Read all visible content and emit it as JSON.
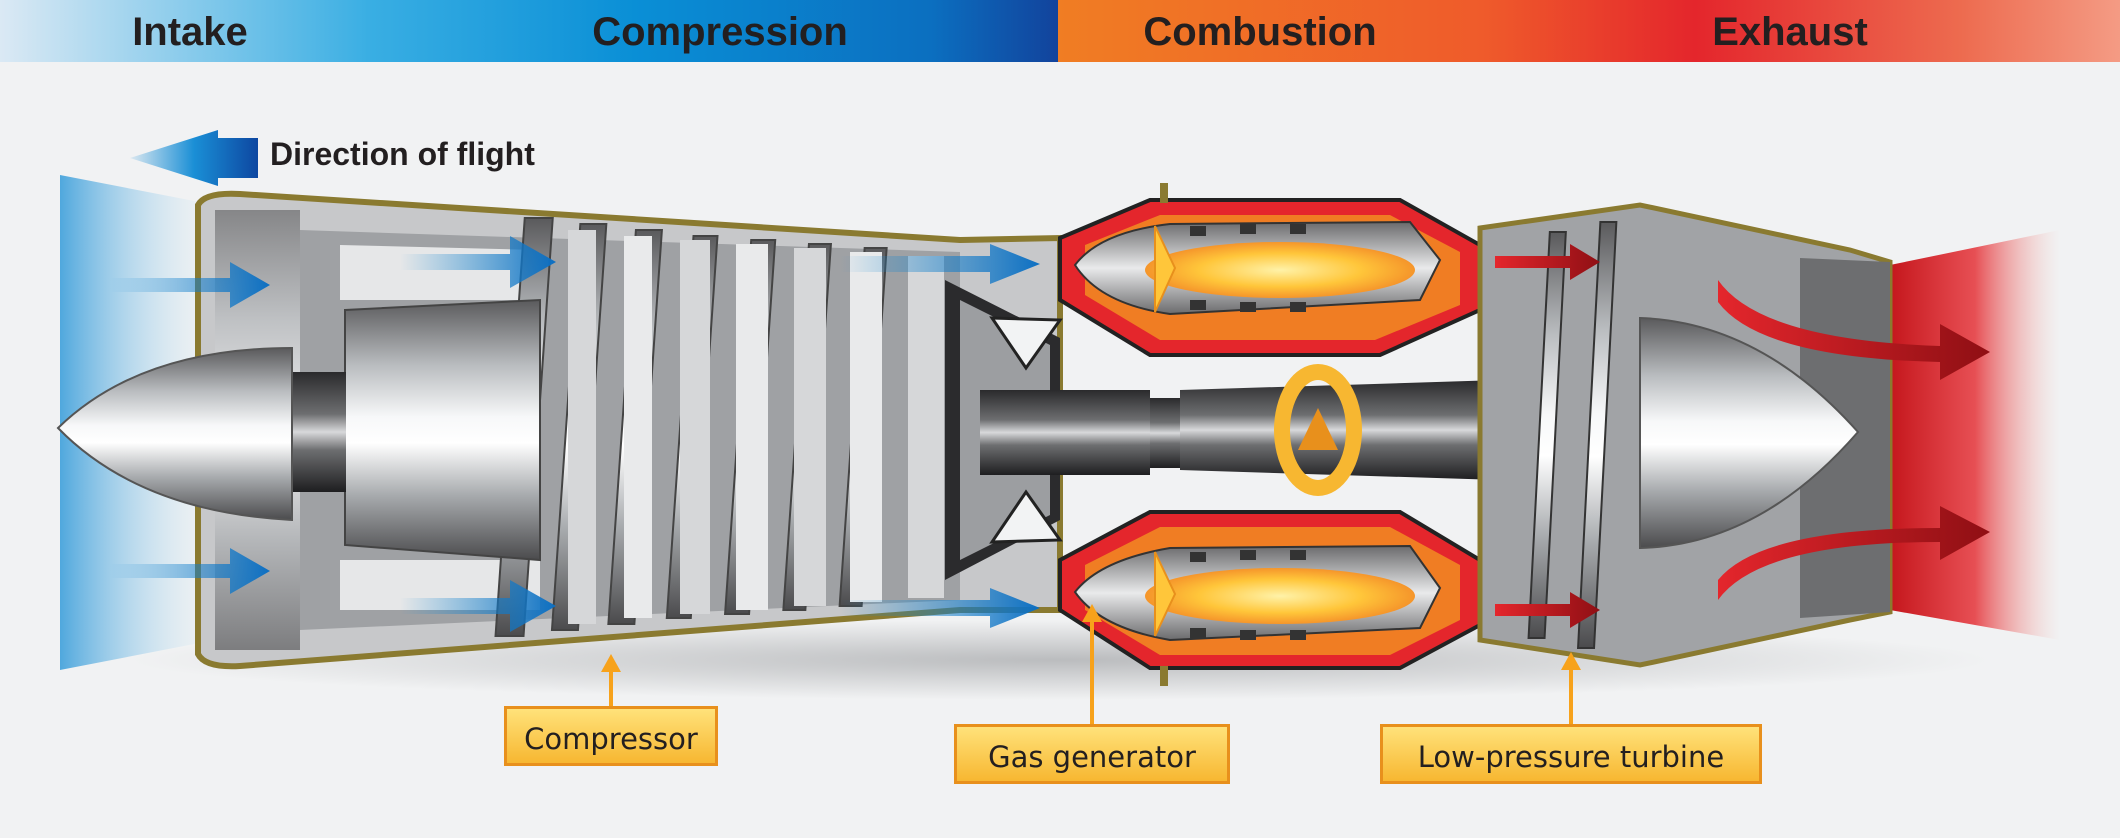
{
  "stages": {
    "intake": "Intake",
    "compression": "Compression",
    "combustion": "Combustion",
    "exhaust": "Exhaust"
  },
  "direction_label": "Direction of flight",
  "callouts": {
    "compressor": "Compressor",
    "gas_generator": "Gas generator",
    "low_pressure_turbine": "Low-pressure turbine"
  },
  "colors": {
    "cold_air": "#1a8fd6",
    "deep_blue": "#0d47a1",
    "combustion_orange": "#f07d23",
    "exhaust_red": "#e4262c",
    "callout_fill": "#fcc93b",
    "callout_border": "#e8901c",
    "casing": "#8a7a30"
  }
}
